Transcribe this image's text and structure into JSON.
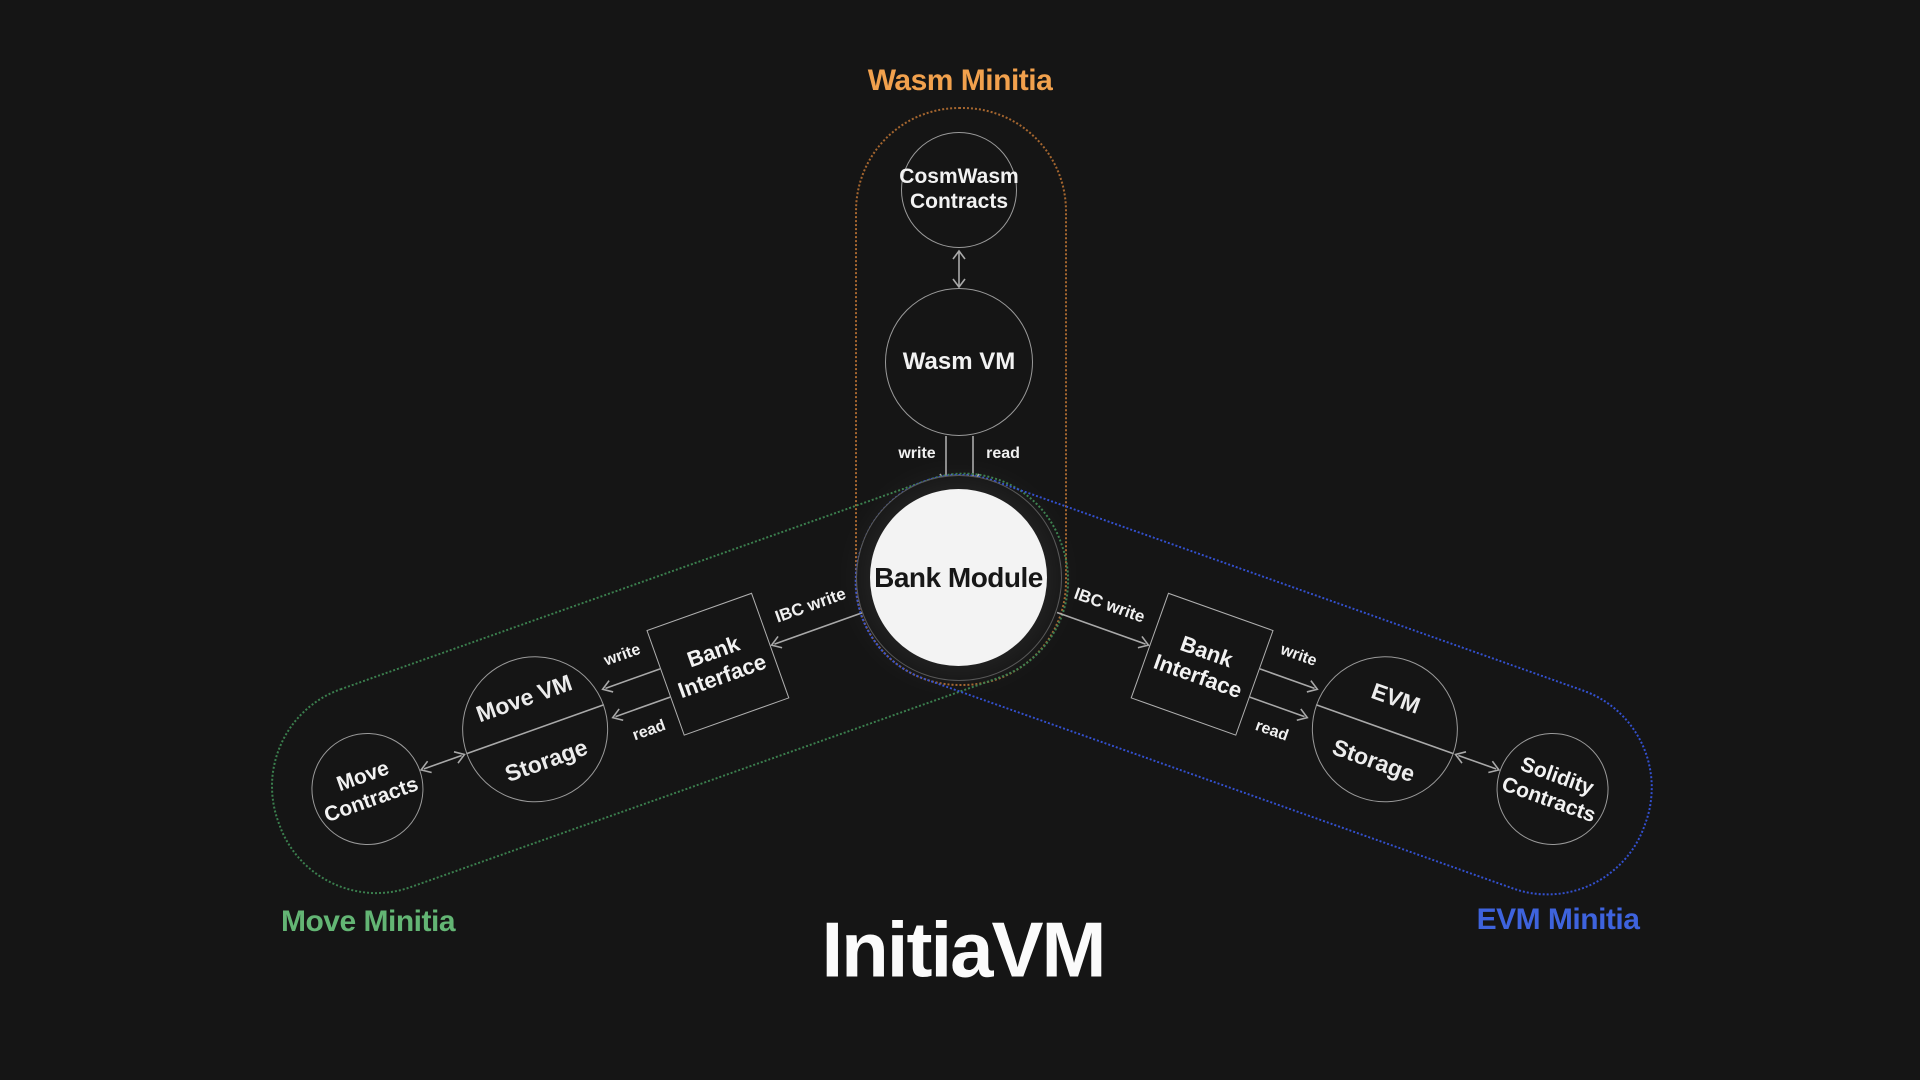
{
  "title": "InitiaVM",
  "center": {
    "label": "Bank Module"
  },
  "branches": {
    "wasm": {
      "label": "Wasm Minitia",
      "contracts_line1": "CosmWasm",
      "contracts_line2": "Contracts",
      "vm": "Wasm VM",
      "write": "write",
      "read": "read"
    },
    "move": {
      "label": "Move Minitia",
      "ibc": "IBC write",
      "interface_line1": "Bank",
      "interface_line2": "Interface",
      "write": "write",
      "read": "read",
      "vm": "Move VM",
      "storage": "Storage",
      "contracts_line1": "Move",
      "contracts_line2": "Contracts"
    },
    "evm": {
      "label": "EVM Minitia",
      "ibc": "IBC write",
      "interface_line1": "Bank",
      "interface_line2": "Interface",
      "write": "write",
      "read": "read",
      "vm": "EVM",
      "storage": "Storage",
      "contracts_line1": "Solidity",
      "contracts_line2": "Contracts"
    }
  },
  "colors": {
    "background": "#151515",
    "wasm_accent": "#F2A14D",
    "move_accent": "#63B574",
    "evm_accent": "#3E63DD",
    "wasm_capsule_dots": "#A5662F",
    "move_capsule_dots": "#3B7F4E",
    "evm_capsule_dots": "#3350CF",
    "bank_fill": "#F3F3F3",
    "line_stroke": "#A9A9A9"
  }
}
